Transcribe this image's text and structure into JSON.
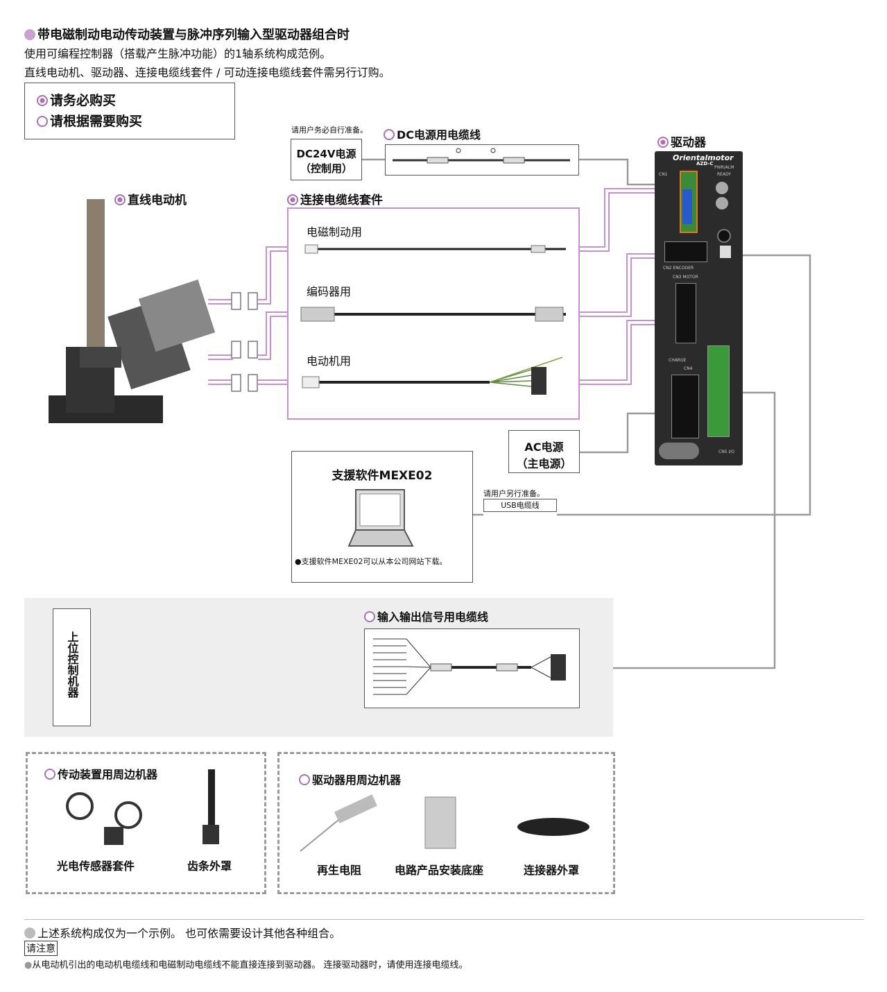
{
  "header": {
    "title": "带电磁制动电动传动装置与脉冲序列输入型驱动器组合时",
    "line1": "使用可编程控制器（搭载产生脉冲功能）的1轴系统构成范例。",
    "line2": "直线电动机、驱动器、连接电缆线套件 / 可动连接电缆线套件需另行订购。"
  },
  "legend": {
    "required": "请务必购买",
    "optional": "请根据需要购买"
  },
  "power_dc": {
    "note": "请用户务必自行准备。",
    "line1": "DC24V电源",
    "line2": "（控制用）",
    "cable_label": "DC电源用电缆线"
  },
  "driver": {
    "label": "驱动器",
    "brand": "Orientalmotor",
    "model": "AZD-C",
    "cn1": "CN1",
    "cn2": "CN2 ENCODER",
    "cn3": "CN3 MOTOR",
    "cn4": "CN4",
    "cn5": "CN5 I/O",
    "charge": "CHARGE",
    "pwr": "PWR/ALM",
    "ready": "READY"
  },
  "motor": {
    "label": "直线电动机"
  },
  "cable_kit": {
    "label": "连接电缆线套件",
    "brake": "电磁制动用",
    "encoder": "编码器用",
    "motor": "电动机用"
  },
  "ac_power": {
    "line1": "AC电源",
    "line2": "（主电源）"
  },
  "software": {
    "title": "支援软件MEXE02",
    "note": "●支援软件MEXE02可以从本公司网站下载。",
    "usb_note": "请用户另行准备。",
    "usb_label": "USB电缆线"
  },
  "io": {
    "host": "上位控制机器",
    "cable_label": "输入输出信号用电缆线"
  },
  "actuator_peripherals": {
    "label": "传动装置用周边机器",
    "items": [
      "光电传感器套件",
      "齿条外罩"
    ]
  },
  "driver_peripherals": {
    "label": "驱动器用周边机器",
    "items": [
      "再生电阻",
      "电路产品安装底座",
      "连接器外罩"
    ]
  },
  "footer": {
    "note1": "上述系统构成仅为一个示例。 也可依需要设计其他各种组合。",
    "caution_label": "请注意",
    "note2": "从电动机引出的电动机电缆线和电磁制动电缆线不能直接连接到驱动器。 连接驱动器时，请使用连接电缆线。"
  },
  "colors": {
    "accent": "#a970b3",
    "line_purple": "#c58fd0",
    "line_gray": "#999999"
  }
}
